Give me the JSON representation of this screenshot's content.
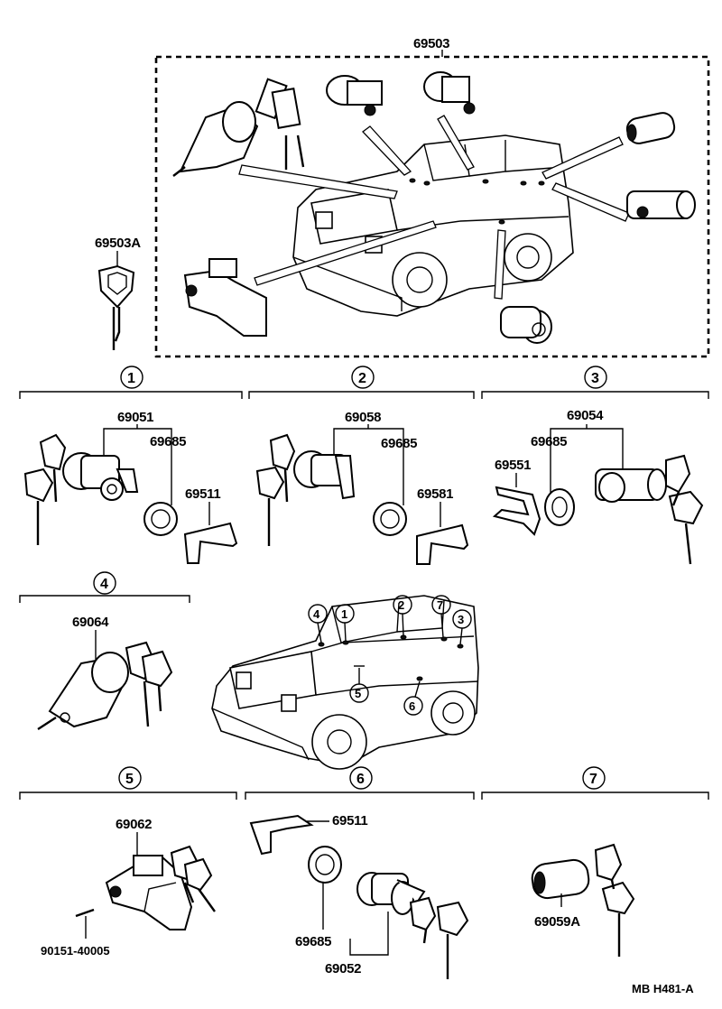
{
  "parts": {
    "set_main": "69503",
    "key_blank": "69503A",
    "cyl_1": "69051",
    "gasket_1": "69685",
    "retainer_1": "69511",
    "cyl_2": "69058",
    "gasket_2": "69685",
    "retainer_2": "69581",
    "cyl_3": "69054",
    "gasket_3": "69685",
    "retainer_3": "69551",
    "cyl_4": "69064",
    "cyl_5": "69062",
    "screw_5": "90151-40005",
    "retainer_6": "69511",
    "gasket_6": "69685",
    "cyl_6": "69052",
    "cyl_7": "69059A"
  },
  "sections": {
    "s1": "1",
    "s2": "2",
    "s3": "3",
    "s4": "4",
    "s5": "5",
    "s6": "6",
    "s7": "7"
  },
  "vehicle_callouts": {
    "c1": "1",
    "c2": "2",
    "c3": "3",
    "c4": "4",
    "c5": "5",
    "c6": "6",
    "c7": "7"
  },
  "footer": {
    "code": "MB  H481-A"
  }
}
